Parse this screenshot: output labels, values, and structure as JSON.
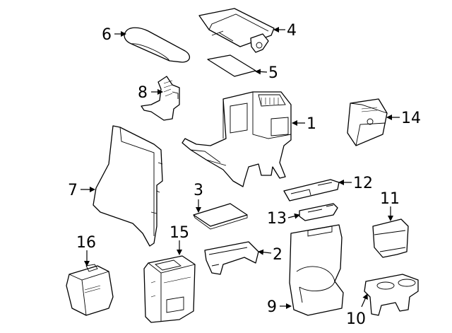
{
  "diagram": {
    "callouts": [
      {
        "id": "part-1",
        "label": "1"
      },
      {
        "id": "part-2",
        "label": "2"
      },
      {
        "id": "part-3",
        "label": "3"
      },
      {
        "id": "part-4",
        "label": "4"
      },
      {
        "id": "part-5",
        "label": "5"
      },
      {
        "id": "part-6",
        "label": "6"
      },
      {
        "id": "part-7",
        "label": "7"
      },
      {
        "id": "part-8",
        "label": "8"
      },
      {
        "id": "part-9",
        "label": "9"
      },
      {
        "id": "part-10",
        "label": "10"
      },
      {
        "id": "part-11",
        "label": "11"
      },
      {
        "id": "part-12",
        "label": "12"
      },
      {
        "id": "part-13",
        "label": "13"
      },
      {
        "id": "part-14",
        "label": "14"
      },
      {
        "id": "part-15",
        "label": "15"
      },
      {
        "id": "part-16",
        "label": "16"
      }
    ],
    "colors": {
      "line": "#000000",
      "background": "#ffffff"
    }
  }
}
